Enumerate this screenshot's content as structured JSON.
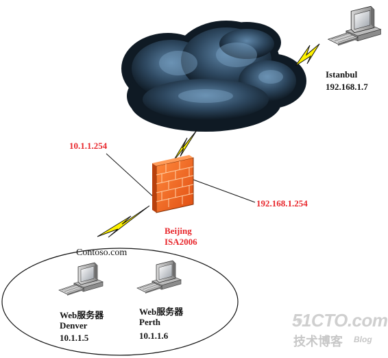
{
  "colors": {
    "label_red": "#e8262b",
    "lightning": "#fff200",
    "firewall": "#f26522",
    "cloud_dark": "#1b2c3c",
    "cloud_light": "#5f86a8",
    "watermark": "#c7c7c7"
  },
  "nodes": {
    "istanbul": {
      "name": "Istanbul",
      "ip": "192.168.1.7",
      "icon": "desktop-computer-icon"
    },
    "firewall": {
      "name": "Beijing",
      "product": "ISA2006",
      "icon": "firewall-brick-icon"
    },
    "denver": {
      "role": "Web服务器",
      "name": "Denver",
      "ip": "10.1.1.5",
      "icon": "desktop-computer-icon"
    },
    "perth": {
      "role": "Web服务器",
      "name": "Perth",
      "ip": "10.1.1.6",
      "icon": "desktop-computer-icon"
    }
  },
  "interfaces": {
    "internal_ip": "10.1.1.254",
    "external_ip": "192.168.1.254"
  },
  "network": {
    "domain": "Contoso.com",
    "cloud_icon": "internet-cloud-icon"
  },
  "watermark": {
    "site": "51CTO.com",
    "subtitle": "技术博客",
    "tag": "Blog"
  }
}
